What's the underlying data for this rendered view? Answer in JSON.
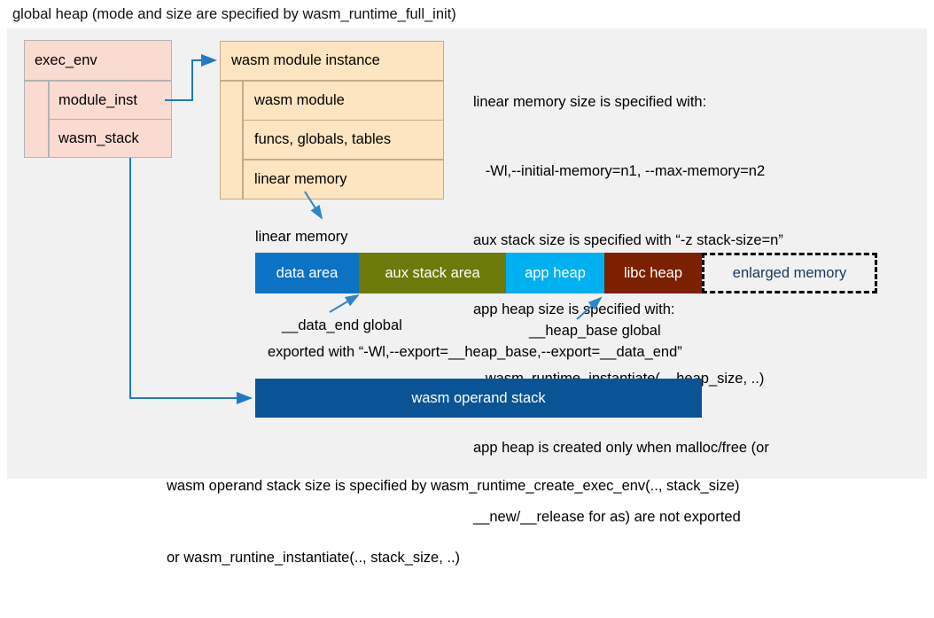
{
  "title": "global heap (mode and size are specified by wasm_runtime_full_init)",
  "colors": {
    "panel_bg": "#f1f1f1",
    "exec_env_fill": "#fadbd0",
    "module_instance_fill": "#fce5c0",
    "data_area": "#0b72c4",
    "aux_stack_area": "#6b7a0a",
    "app_heap": "#00b0f0",
    "libc_heap": "#7b2000",
    "operand_stack": "#0a5394",
    "arrow": "#1f7ac4",
    "enlarged_memory_text": "#17365d"
  },
  "exec_env": {
    "header": "exec_env",
    "rows": [
      {
        "label": "module_inst"
      },
      {
        "label": "wasm_stack"
      }
    ]
  },
  "module_instance": {
    "header": "wasm module instance",
    "rows": [
      {
        "label": "wasm module"
      },
      {
        "label": "funcs, globals, tables"
      },
      {
        "label": "linear memory"
      }
    ]
  },
  "notes": {
    "lines": [
      "linear memory size is specified with:",
      "   -Wl,--initial-memory=n1, --max-memory=n2",
      "aux stack size is specified with “-z stack-size=n”",
      "app heap size is specified with:",
      "   wasm_runtime_instantiate(.., heap_size, ..)",
      "app heap is created only when malloc/free (or",
      "__new/__release for as) are not exported"
    ]
  },
  "linear_memory": {
    "caption": "linear memory",
    "segments": [
      {
        "label": "data area",
        "color": "#0b72c4",
        "width": 117
      },
      {
        "label": "aux stack area",
        "color": "#6b7a0a",
        "width": 166
      },
      {
        "label": "app heap",
        "color": "#00b0f0",
        "width": 111
      },
      {
        "label": "libc heap",
        "color": "#7b2000",
        "width": 110
      },
      {
        "label": "enlarged memory",
        "color": "#f1f1f1",
        "width": 198,
        "dashed": true
      }
    ]
  },
  "annotations": {
    "data_end": "__data_end global",
    "heap_base": "__heap_base global",
    "exported": "exported with “-Wl,--export=__heap_base,--export=__data_end”"
  },
  "operand_stack": {
    "label": "wasm operand stack",
    "caption_lines": [
      "wasm operand stack size is specified by wasm_runtime_create_exec_env(.., stack_size)",
      "or wasm_runtine_instantiate(.., stack_size, ..)"
    ]
  }
}
